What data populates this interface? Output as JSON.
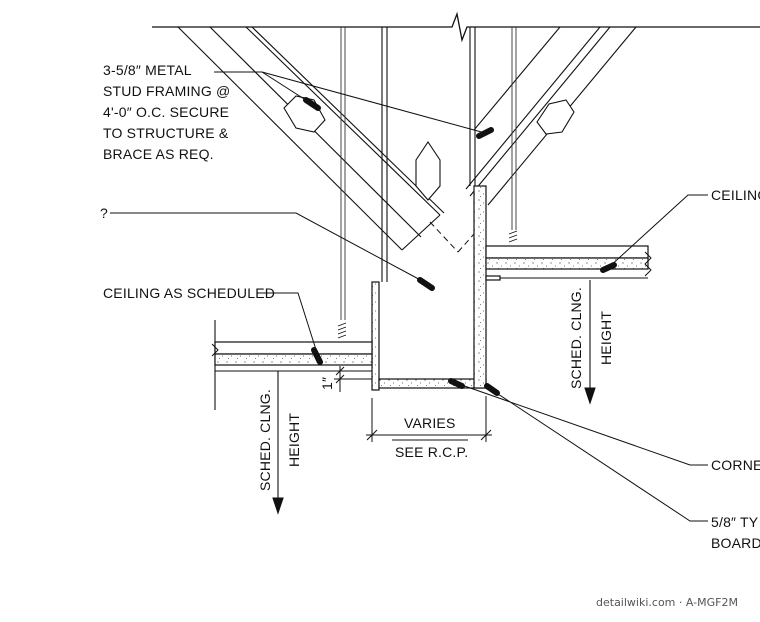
{
  "labels": {
    "stud_framing": [
      "3-5/8″ METAL",
      "STUD FRAMING @",
      "4'-0″ O.C. SECURE",
      "TO STRUCTURE &",
      "BRACE AS REQ."
    ],
    "unknown": "?",
    "ceiling_left": "CEILING AS SCHEDULED",
    "ceiling_right": "CEILING",
    "sched_left": [
      "SCHED. CLNG.",
      "HEIGHT"
    ],
    "sched_right": [
      "SCHED. CLNG.",
      "HEIGHT"
    ],
    "dim_one_inch": "1″",
    "varies": "VARIES",
    "see_rcp": "SEE R.C.P.",
    "corner": "CORNE",
    "board": [
      "5/8″ TY",
      "BOARD"
    ]
  },
  "watermark": "detailwiki.com · A-MGF2M"
}
